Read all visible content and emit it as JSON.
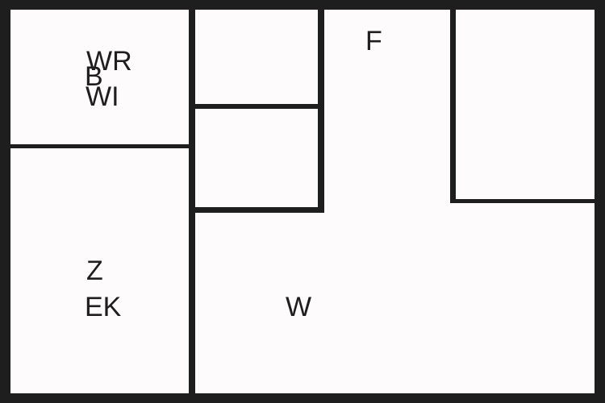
{
  "colors": {
    "wall": "#1e1e1e",
    "floor": "#fdfbfb",
    "text": "#1e1e1e"
  },
  "rooms": {
    "top_left": {
      "labels": [
        "WR",
        "B",
        "WI"
      ]
    },
    "bottom_left": {
      "labels": [
        "Z",
        "EK"
      ]
    },
    "top_middle_upper": {
      "labels": []
    },
    "top_middle_lower": {
      "labels": []
    },
    "hall": {
      "labels": [
        "F",
        "W"
      ]
    },
    "top_right": {
      "labels": []
    }
  }
}
